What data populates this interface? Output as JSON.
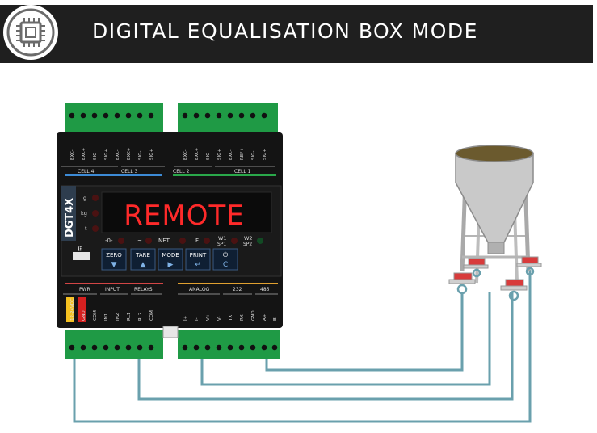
{
  "header": {
    "title": "DIGITAL EQUALISATION BOX MODE",
    "icon": "chip-icon"
  },
  "device": {
    "brand": "DGT4X",
    "display_text": "REMOTE",
    "top_groups": [
      "CELL 4",
      "CELL 3",
      "CELL 2",
      "CELL 1"
    ],
    "top_pins_left": [
      "EXC-",
      "EXC+",
      "SIG-",
      "SIG+",
      "EXC-",
      "EXC+",
      "SIG-",
      "SIG+"
    ],
    "top_pins_right": [
      "EXC-",
      "EXC+",
      "SIG-",
      "SIG+",
      "EXC-",
      "REF+",
      "SIG-",
      "SIG+"
    ],
    "side_leds": [
      "g",
      "kg",
      "t"
    ],
    "indicators": [
      "-0-",
      "~",
      "NET",
      "F",
      "W1\nSP1",
      "W2\nSP2"
    ],
    "buttons": [
      {
        "label": "ZERO",
        "glyph": "▼"
      },
      {
        "label": "TARE",
        "glyph": "▲"
      },
      {
        "label": "MODE",
        "glyph": "▶"
      },
      {
        "label": "PRINT",
        "glyph": "↵"
      },
      {
        "label": "⏻",
        "glyph": "C"
      }
    ],
    "bottom_groups": [
      "PWR",
      "INPUT",
      "RELAYS",
      "ANALOG",
      "232",
      "485"
    ],
    "bottom_pins_left": [
      "12-24VDC",
      "GND",
      "COM",
      "IN1",
      "IN2",
      "RL1",
      "RL2",
      "COM"
    ],
    "bottom_pins_right": [
      "I+",
      "I-",
      "V+",
      "V-",
      "TX",
      "RX",
      "GND",
      "A+",
      "B-"
    ]
  },
  "colors": {
    "banner": "#1f1f1f",
    "terminal_green": "#1f9a45",
    "device_body": "#141414",
    "display_red": "#ff2a2a",
    "wire": "#6aa0ad",
    "silo": "#c7c7c7",
    "load_cell": "#d83b3b"
  }
}
